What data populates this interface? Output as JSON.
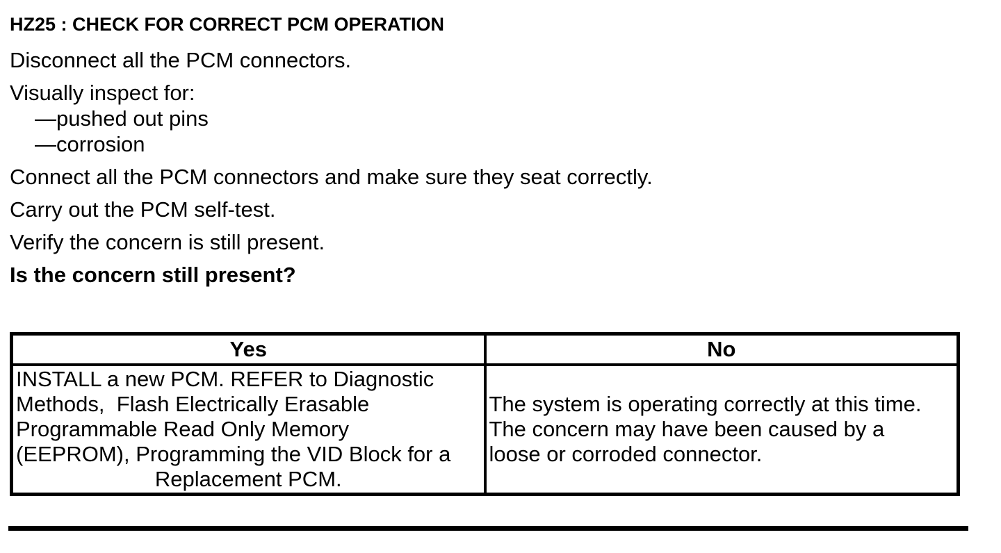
{
  "procedure": {
    "heading": "HZ25 : CHECK FOR CORRECT PCM OPERATION",
    "step_disconnect": "Disconnect all the PCM connectors.",
    "inspect": {
      "intro": "Visually inspect for:",
      "items": [
        "—pushed out pins",
        "—corrosion"
      ]
    },
    "step_connect": "Connect all the PCM connectors and make sure they seat correctly.",
    "step_selftest": "Carry out the PCM self-test.",
    "step_verify": "Verify the concern is still present.",
    "question": "Is the concern still present?"
  },
  "result_table": {
    "headers": {
      "yes": "Yes",
      "no": "No"
    },
    "yes_action_lines": [
      "INSTALL a new PCM. REFER to Diagnostic",
      "Methods,  Flash Electrically Erasable",
      "Programmable Read Only Memory",
      "(EEPROM), Programming the VID Block for a",
      "Replacement PCM."
    ],
    "no_action_lines": [
      "The system is operating correctly at this time.",
      "The concern may have been caused by a",
      "loose or corroded connector."
    ]
  },
  "colors": {
    "ink": "#000000",
    "paper": "#ffffff"
  }
}
